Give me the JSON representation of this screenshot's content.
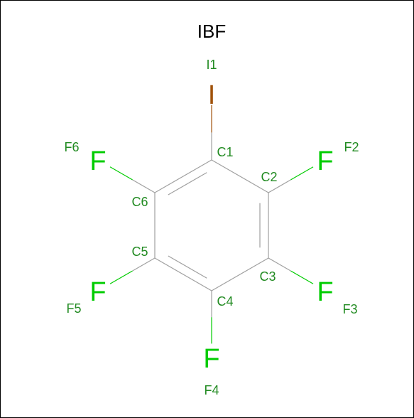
{
  "title": "IBF",
  "colors": {
    "halogen_f": "#00cc00",
    "label": "#228b22",
    "iodine": "#a0520a",
    "bond": "#a0a0a0",
    "title": "#000000"
  },
  "atoms": [
    {
      "id": "I1",
      "element": "I",
      "element_color": "#a0520a"
    },
    {
      "id": "C1",
      "element": "C"
    },
    {
      "id": "C2",
      "element": "C"
    },
    {
      "id": "C3",
      "element": "C"
    },
    {
      "id": "C4",
      "element": "C"
    },
    {
      "id": "C5",
      "element": "C"
    },
    {
      "id": "C6",
      "element": "C"
    },
    {
      "id": "F2",
      "element": "F",
      "element_color": "#00cc00"
    },
    {
      "id": "F3",
      "element": "F",
      "element_color": "#00cc00"
    },
    {
      "id": "F4",
      "element": "F",
      "element_color": "#00cc00"
    },
    {
      "id": "F5",
      "element": "F",
      "element_color": "#00cc00"
    },
    {
      "id": "F6",
      "element": "F",
      "element_color": "#00cc00"
    }
  ],
  "bonds": [
    {
      "from": "C1",
      "to": "C2",
      "order": 1
    },
    {
      "from": "C2",
      "to": "C3",
      "order": 2
    },
    {
      "from": "C3",
      "to": "C4",
      "order": 1
    },
    {
      "from": "C4",
      "to": "C5",
      "order": 2
    },
    {
      "from": "C5",
      "to": "C6",
      "order": 1
    },
    {
      "from": "C6",
      "to": "C1",
      "order": 2
    },
    {
      "from": "C1",
      "to": "I1",
      "order": 1
    },
    {
      "from": "C2",
      "to": "F2",
      "order": 1
    },
    {
      "from": "C3",
      "to": "F3",
      "order": 1
    },
    {
      "from": "C4",
      "to": "F4",
      "order": 1
    },
    {
      "from": "C5",
      "to": "F5",
      "order": 1
    },
    {
      "from": "C6",
      "to": "F6",
      "order": 1
    }
  ]
}
